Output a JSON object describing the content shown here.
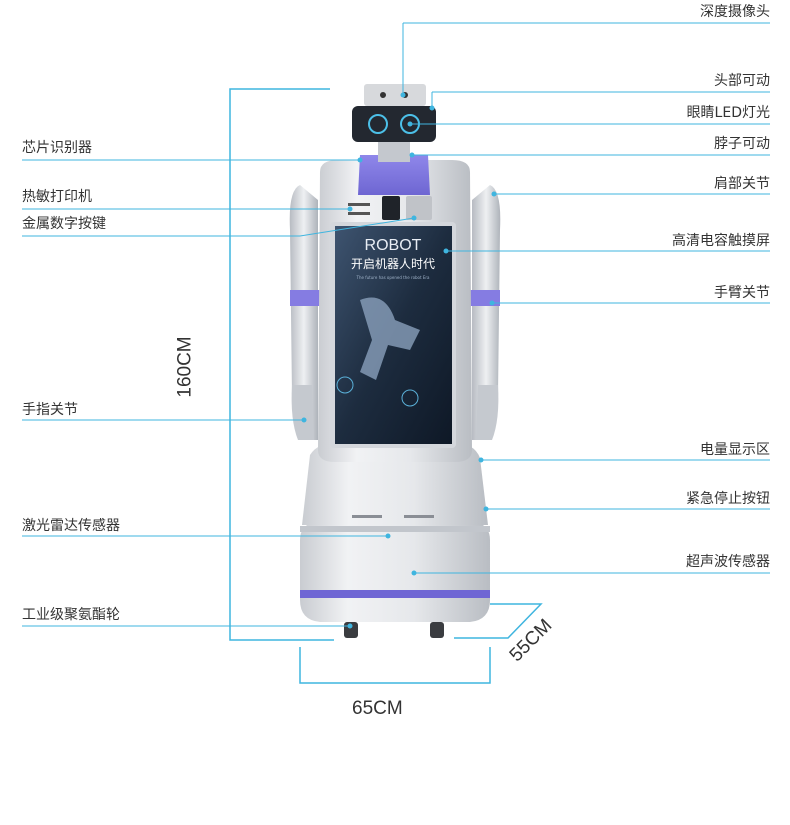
{
  "colors": {
    "leader": "#3fb5df",
    "dimension": "#3fb5df",
    "accent": "#7b72dc",
    "body": "#dfe1e4",
    "screen": "#1d2c3f",
    "head": "#222831"
  },
  "labels_left": [
    "芯片识别器",
    "热敏打印机",
    "金属数字按键",
    "手指关节",
    "激光雷达传感器",
    "工业级聚氨酯轮"
  ],
  "labels_right": [
    "深度摄像头",
    "头部可动",
    "眼睛LED灯光",
    "脖子可动",
    "肩部关节",
    "高清电容触摸屏",
    "手臂关节",
    "电量显示区",
    "紧急停止按钮",
    "超声波传感器"
  ],
  "dimensions": {
    "height": "160CM",
    "width": "65CM",
    "depth": "55CM"
  },
  "screen_text": {
    "title": "ROBOT",
    "subtitle": "开启机器人时代",
    "tagline": "The future has opened the robot Era"
  }
}
